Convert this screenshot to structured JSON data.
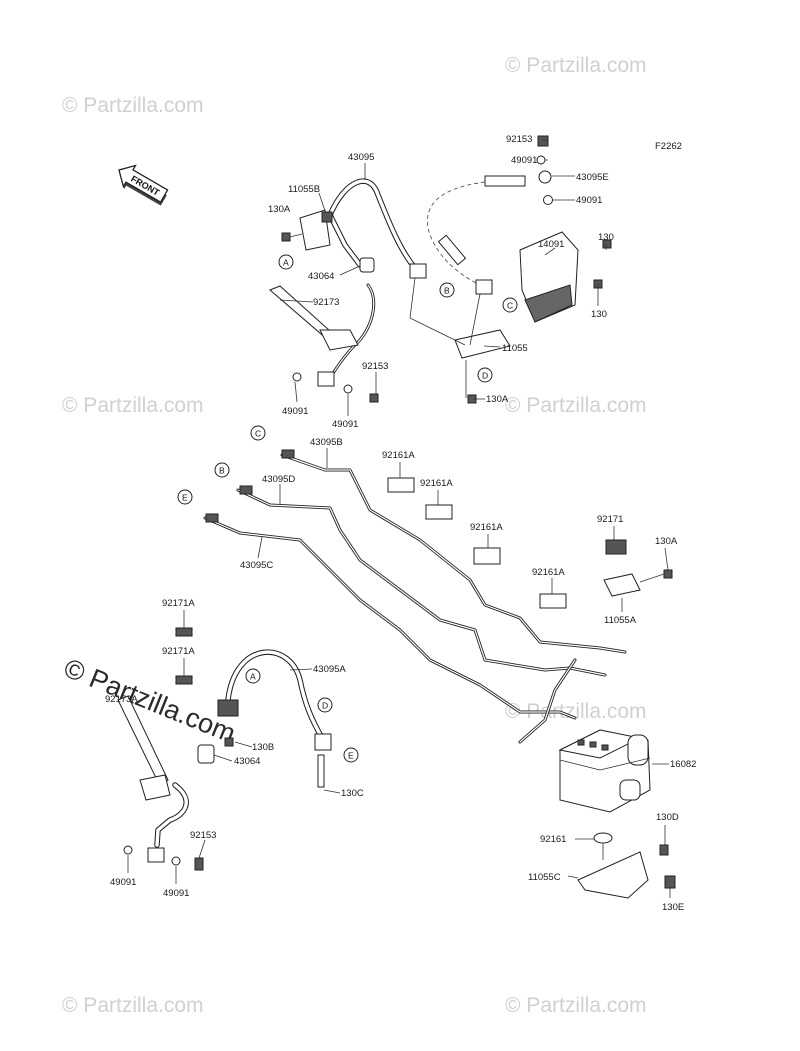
{
  "figure_code": "F2262",
  "front_arrow_label": "FRONT",
  "watermark_text": "© Partzilla.com",
  "watermark_big_text": "© Partzilla.com",
  "callouts": [
    "A",
    "B",
    "C",
    "D",
    "E"
  ],
  "part_labels": {
    "p92153_top": "92153",
    "p49091_top1": "49091",
    "p43095E": "43095E",
    "p49091_top2": "49091",
    "p43095": "43095",
    "p11055B": "11055B",
    "p130A_top": "130A",
    "p43064_top": "43064",
    "p92173": "92173",
    "p14091": "14091",
    "p130_1": "130",
    "p130_2": "130",
    "p11055": "11055",
    "p130A_mid": "130A",
    "p92153_mid": "92153",
    "p49091_mid1": "49091",
    "p49091_mid2": "49091",
    "p43095B": "43095B",
    "p43095D": "43095D",
    "p43095C": "43095C",
    "p92161A_1": "92161A",
    "p92161A_2": "92161A",
    "p92161A_3": "92161A",
    "p92161A_4": "92161A",
    "p92171": "92171",
    "p130A_right": "130A",
    "p11055A": "11055A",
    "p92171A_1": "92171A",
    "p92171A_2": "92171A",
    "p92173A": "92173A",
    "p43095A": "43095A",
    "p130B": "130B",
    "p43064_low": "43064",
    "p130C": "130C",
    "p16082": "16082",
    "p92161": "92161",
    "p130D": "130D",
    "p11055C": "11055C",
    "p130E": "130E",
    "p92153_low": "92153",
    "p49091_low1": "49091",
    "p49091_low2": "49091"
  },
  "colors": {
    "line": "#222222",
    "watermark": "#d0d0d0",
    "background": "#ffffff"
  }
}
